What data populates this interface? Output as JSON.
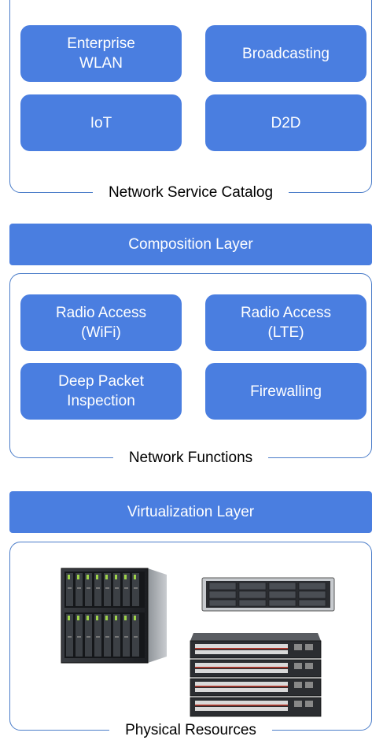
{
  "service_catalog": {
    "caption": "Network Service Catalog",
    "boxes": [
      "Enterprise\nWLAN",
      "Broadcasting",
      "IoT",
      "D2D"
    ]
  },
  "composition_layer": {
    "label": "Composition Layer"
  },
  "network_functions": {
    "caption": "Network Functions",
    "boxes": [
      "Radio Access\n(WiFi)",
      "Radio Access\n(LTE)",
      "Deep Packet\nInspection",
      "Firewalling"
    ]
  },
  "virtualization_layer": {
    "label": "Virtualization Layer"
  },
  "physical_resources": {
    "caption": "Physical Resources",
    "items": [
      "blade-server-image",
      "rack-server-image",
      "network-switch-image"
    ]
  },
  "colors": {
    "accent": "#4a7ee0",
    "border": "#4a7cc9",
    "text_on_accent": "#ffffff"
  }
}
